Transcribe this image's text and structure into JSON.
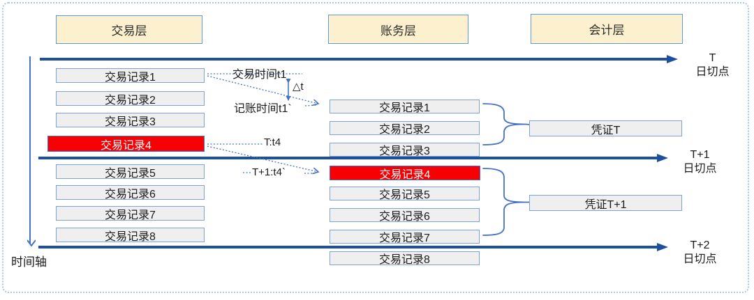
{
  "headers": {
    "trade": "交易层",
    "account": "账务层",
    "ledger": "会计层"
  },
  "trade_column": [
    "交易记录1",
    "交易记录2",
    "交易记录3",
    "交易记录4",
    "交易记录5",
    "交易记录6",
    "交易记录7",
    "交易记录8"
  ],
  "account_column": [
    "交易记录1",
    "交易记录2",
    "交易记录3",
    "交易记录4",
    "交易记录5",
    "交易记录6",
    "交易记录7",
    "交易记录8"
  ],
  "highlighted_record": "交易记录4",
  "vouchers": {
    "voucher_t": "凭证T",
    "voucher_t1": "凭证T+1"
  },
  "cutovers": [
    {
      "line1": "T",
      "line2": "日切点"
    },
    {
      "line1": "T+1",
      "line2": "日切点"
    },
    {
      "line1": "T+2",
      "line2": "日切点"
    }
  ],
  "time_axis_label": "时间轴",
  "annotations": {
    "trade_time": "交易时间t1",
    "delta_t": "△t",
    "booking_time": "记账时间t1`",
    "t_cutover_time": "T:t4",
    "t1_cutover_time": "T+1:t4`"
  },
  "colors": {
    "axis": "#1e4e9e",
    "accent": "#4472c4",
    "highlight_fill": "#f70004",
    "header_fill": "#fcf0ce",
    "record_fill": "#efefef",
    "record_border": "#7ba3da"
  }
}
